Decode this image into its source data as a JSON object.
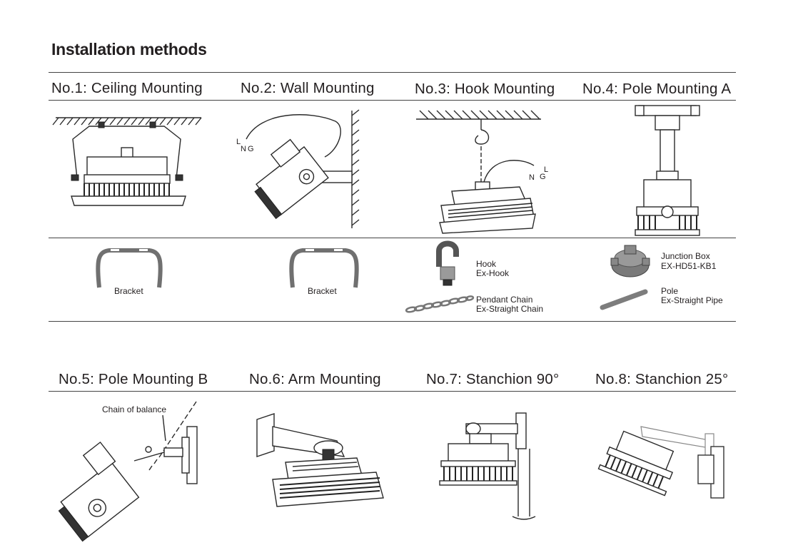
{
  "title": "Installation methods",
  "row1": {
    "methods": [
      "No.1: Ceiling Mounting",
      "No.2: Wall Mounting",
      "No.3: Hook Mounting",
      "No.4: Pole Mounting A"
    ],
    "wiring_labels": {
      "wall": {
        "l": "L",
        "n": "N",
        "g": "G"
      },
      "hook": {
        "l": "L",
        "n": "N",
        "g": "G"
      }
    }
  },
  "parts": {
    "bracket_1": "Bracket",
    "bracket_2": "Bracket",
    "hook_name": "Hook",
    "hook_code": "Ex-Hook",
    "chain_name": "Pendant Chain",
    "chain_code": "Ex-Straight Chain",
    "junction_name": "Junction Box",
    "junction_code": "EX-HD51-KB1",
    "pole_name": "Pole",
    "pole_code": "Ex-Straight Pipe"
  },
  "row2": {
    "methods": [
      "No.5: Pole Mounting B",
      "No.6: Arm Mounting",
      "No.7: Stanchion 90°",
      "No.8: Stanchion 25°"
    ],
    "chain_of_balance": "Chain of balance"
  }
}
